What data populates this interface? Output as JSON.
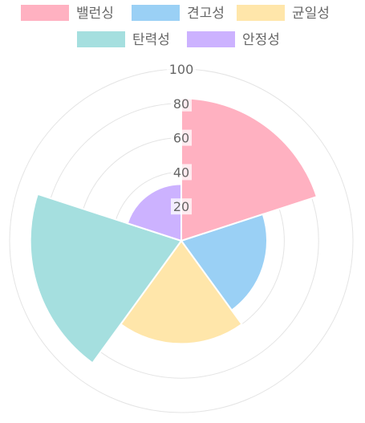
{
  "chart_data": {
    "type": "polarArea",
    "title": "",
    "categories": [
      "밸런싱",
      "견고성",
      "균일성",
      "탄력성",
      "안정성"
    ],
    "values": [
      83,
      50,
      60,
      88,
      33
    ],
    "colors": [
      "#ffb1c1",
      "#9ad0f5",
      "#ffe6aa",
      "#a5dfdf",
      "#ccb2ff"
    ],
    "borderColors": [
      "#ff6384",
      "#36a2eb",
      "#ffce56",
      "#4bc0c0",
      "#9966ff"
    ],
    "rlim": [
      0,
      100
    ],
    "ticks": [
      "20",
      "40",
      "60",
      "80",
      "100"
    ],
    "tickValues": [
      20,
      40,
      60,
      80,
      100
    ],
    "legend_position": "top",
    "grid": true
  }
}
